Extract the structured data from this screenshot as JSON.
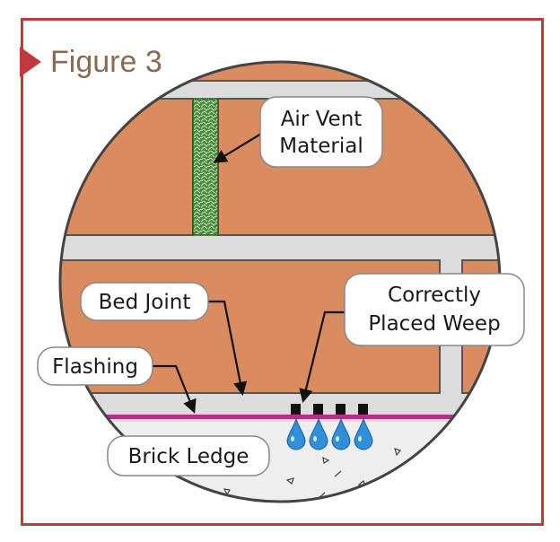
{
  "figure": {
    "title": "Figure 3"
  },
  "labels": {
    "air_vent_line1": "Air Vent",
    "air_vent_line2": "Material",
    "bed_joint": "Bed Joint",
    "weep_line1": "Correctly",
    "weep_line2": "Placed Weep",
    "flashing": "Flashing",
    "brick_ledge": "Brick Ledge"
  },
  "colors": {
    "frame": "#c0393b",
    "title": "#8a6a52",
    "brick": "#d98c5f",
    "mortar": "#dcdcdc",
    "vent_material": "#4a8a3c",
    "flashing": "#b0308c",
    "weep_drop": "#2f8fd8",
    "ledge": "#eeeeee"
  },
  "weeps": {
    "count": 4
  }
}
